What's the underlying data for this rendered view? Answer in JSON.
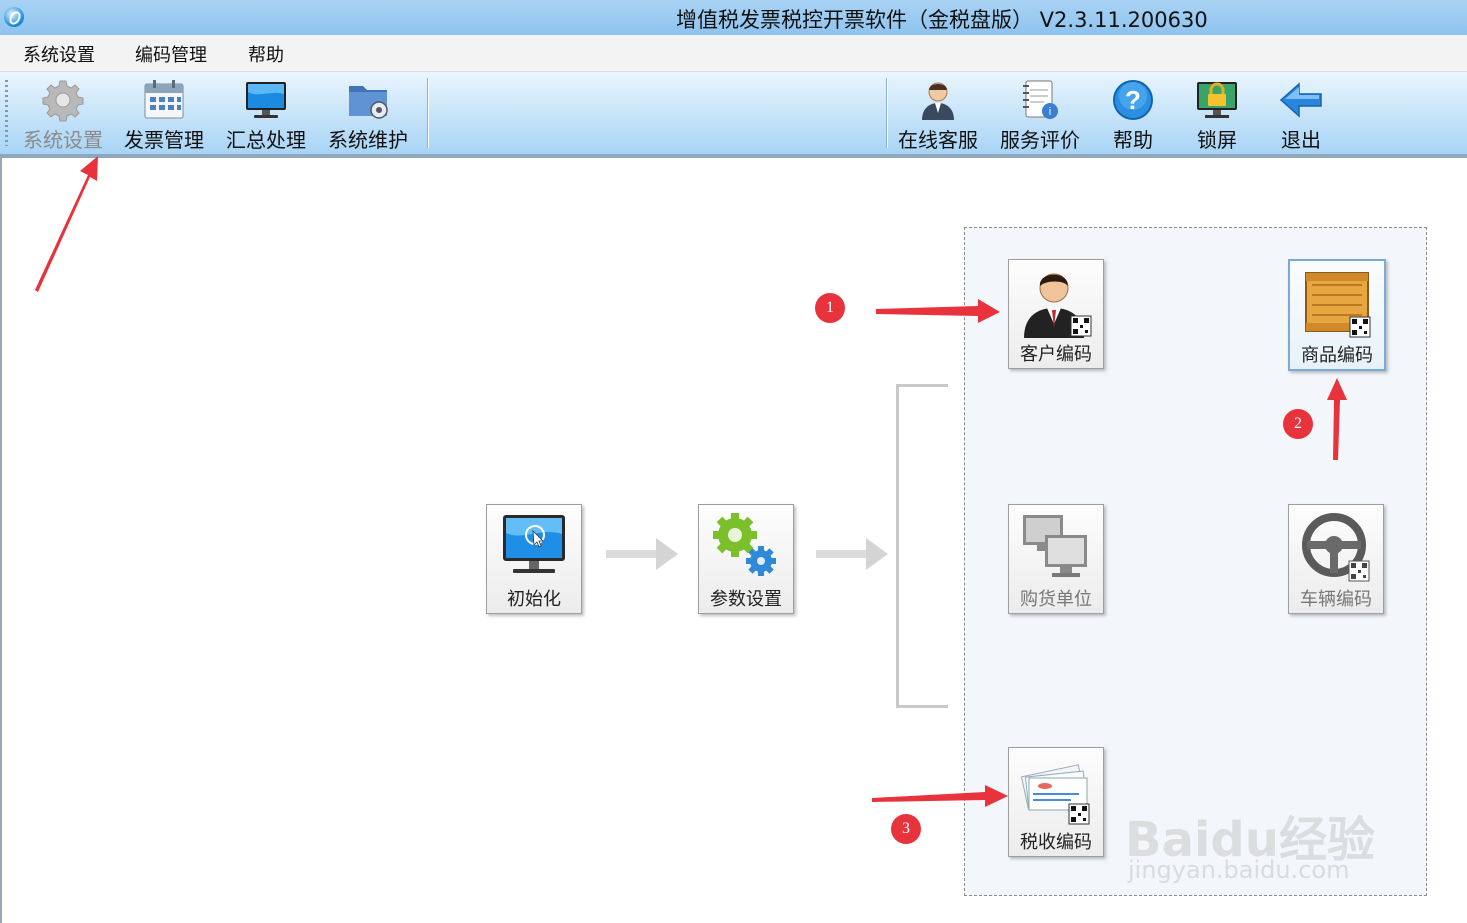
{
  "window": {
    "title": "增值税发票税控开票软件（金税盘版） V2.3.11.200630"
  },
  "menu": [
    "系统设置",
    "编码管理",
    "帮助"
  ],
  "toolbar_left": [
    {
      "label": "系统设置",
      "icon": "gear-icon",
      "disabled": true
    },
    {
      "label": "发票管理",
      "icon": "invoice-calendar-icon",
      "disabled": false
    },
    {
      "label": "汇总处理",
      "icon": "monitor-icon",
      "disabled": false
    },
    {
      "label": "系统维护",
      "icon": "folder-gear-icon",
      "disabled": false
    }
  ],
  "toolbar_right": [
    {
      "label": "在线客服",
      "icon": "support-person-icon"
    },
    {
      "label": "服务评价",
      "icon": "notepad-rating-icon"
    },
    {
      "label": "帮助",
      "icon": "help-icon"
    },
    {
      "label": "锁屏",
      "icon": "lock-screen-icon"
    },
    {
      "label": "退出",
      "icon": "exit-arrow-icon"
    }
  ],
  "flow": {
    "init": {
      "label": "初始化",
      "icon": "monitor-cursor-icon"
    },
    "params": {
      "label": "参数设置",
      "icon": "gears-icon"
    }
  },
  "coding": {
    "customer": {
      "label": "客户编码",
      "icon": "customer-person-icon"
    },
    "goods": {
      "label": "商品编码",
      "icon": "wooden-crate-icon"
    },
    "purchaser": {
      "label": "购货单位",
      "icon": "computers-icon"
    },
    "vehicle": {
      "label": "车辆编码",
      "icon": "steering-wheel-icon"
    },
    "tax": {
      "label": "税收编码",
      "icon": "tax-tickets-icon"
    }
  },
  "annotations": {
    "badge1": "1",
    "badge2": "2",
    "badge3": "3"
  },
  "watermark": {
    "brand": "Baidu经验",
    "url": "jingyan.baidu.com"
  },
  "colors": {
    "annotation_red": "#e8333c",
    "titlebar": "#a9d3f5",
    "toolbar": "#cfe8fa"
  }
}
